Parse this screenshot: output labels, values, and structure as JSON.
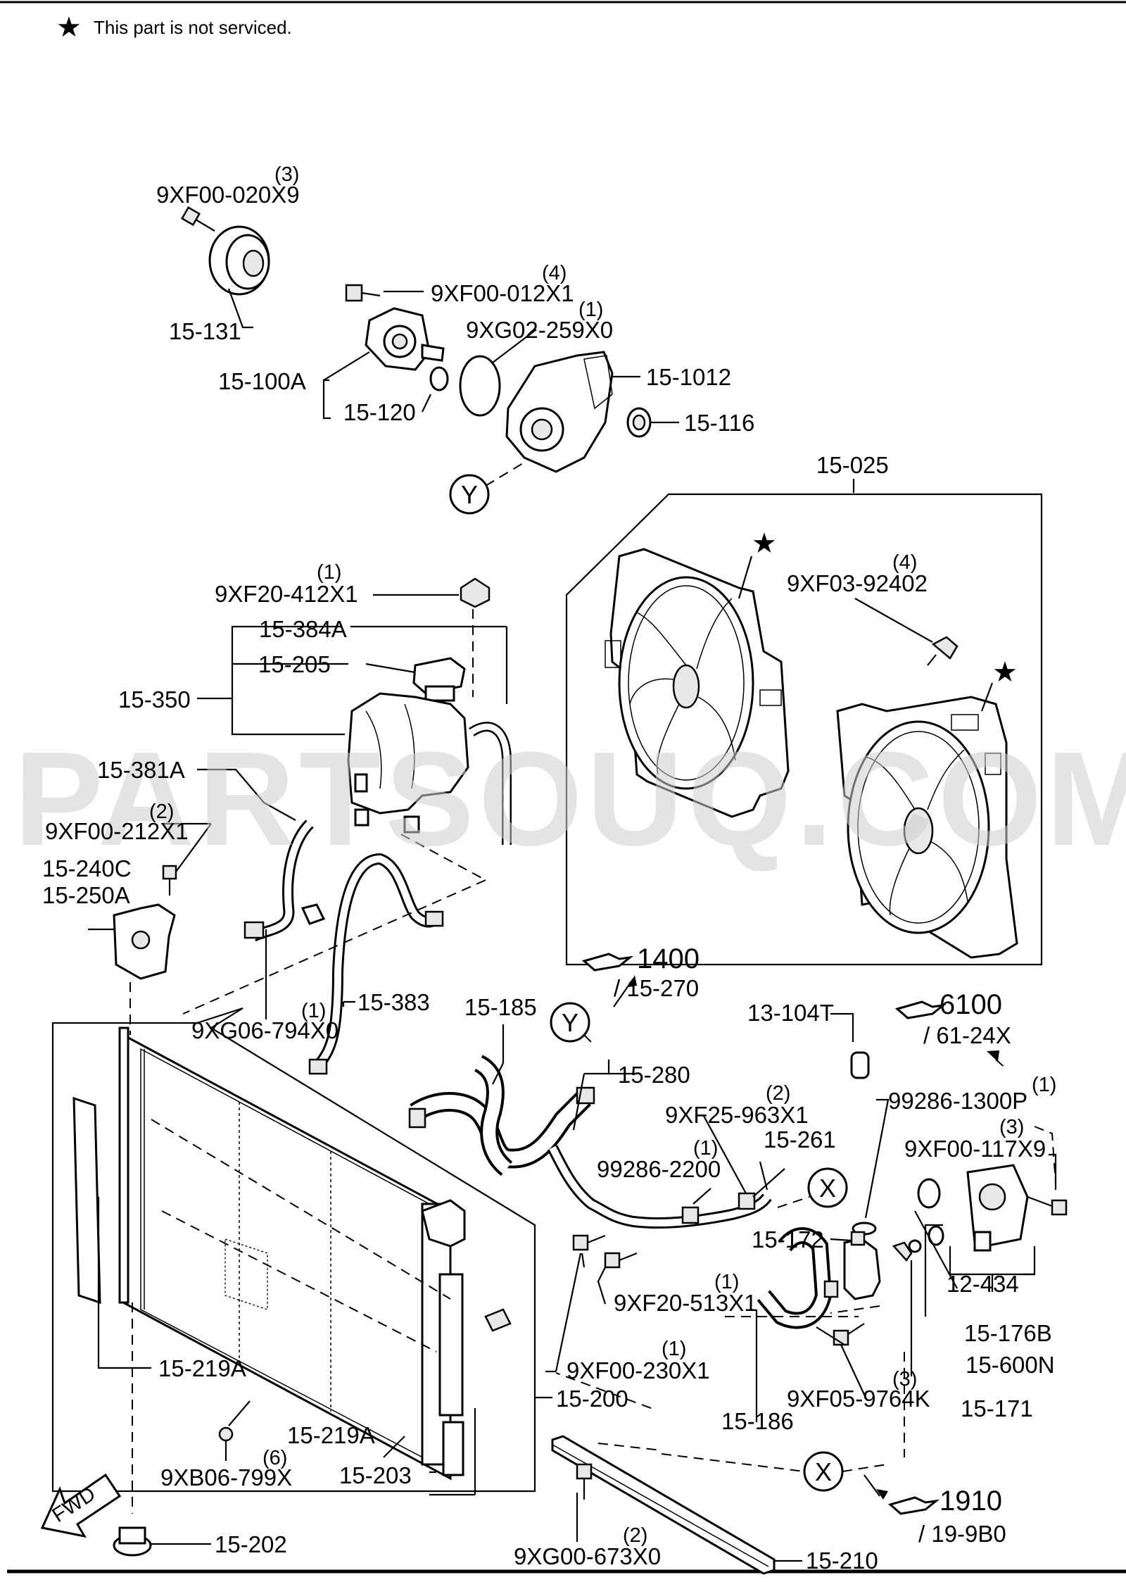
{
  "notice": {
    "star": "★",
    "text": "This part is not serviced."
  },
  "watermark": "PARTSOUQ.COM",
  "callouts": {
    "Y1": "Y",
    "Y2": "Y",
    "X1": "X",
    "X2": "X"
  },
  "references": {
    "r1400": {
      "num": "1400",
      "sub": "/ 15-270"
    },
    "r6100": {
      "num": "6100",
      "sub": "/ 61-24X"
    },
    "r1910": {
      "num": "1910",
      "sub": "/ 19-9B0"
    }
  },
  "labels": {
    "l_9xf00_020x9_qty": "(3)",
    "l_9xf00_020x9": "9XF00-020X9",
    "l_15_131": "15-131",
    "l_9xf00_012x1_qty": "(4)",
    "l_9xf00_012x1": "9XF00-012X1",
    "l_9xg02_259x0_qty": "(1)",
    "l_9xg02_259x0": "9XG02-259X0",
    "l_15_100a": "15-100A",
    "l_15_120": "15-120",
    "l_15_1012": "15-1012",
    "l_15_116": "15-116",
    "l_15_025": "15-025",
    "l_9xf03_92402_qty": "(4)",
    "l_9xf03_92402": "9XF03-92402",
    "l_9xf20_412x1_qty": "(1)",
    "l_9xf20_412x1": "9XF20-412X1",
    "l_15_384a": "15-384A",
    "l_15_205": "15-205",
    "l_15_350": "15-350",
    "l_15_381a": "15-381A",
    "l_9xf00_212x1_qty": "(2)",
    "l_9xf00_212x1": "9XF00-212X1",
    "l_15_240c": "15-240C",
    "l_15_250a": "15-250A",
    "l_9xg06_794x0_qty": "(1)",
    "l_9xg06_794x0": "9XG06-794X0",
    "l_15_383": "15-383",
    "l_15_185": "15-185",
    "l_13_104t": "13-104T",
    "l_15_280": "15-280",
    "l_9xf25_963x1_qty": "(2)",
    "l_9xf25_963x1": "9XF25-963X1",
    "l_99286_2200_qty": "(1)",
    "l_99286_2200": "99286-2200",
    "l_15_261": "15-261",
    "l_99286_1300p_qty": "(1)",
    "l_99286_1300p": "99286-1300P",
    "l_9xf00_117x9_qty": "(3)",
    "l_9xf00_117x9": "9XF00-117X9",
    "l_15_172": "15-172",
    "l_12_434": "12-434",
    "l_15_176b": "15-176B",
    "l_9xf20_513x1_qty": "(1)",
    "l_9xf20_513x1": "9XF20-513X1",
    "l_15_600n": "15-600N",
    "l_9xf00_230x1_qty": "(1)",
    "l_9xf00_230x1": "9XF00-230X1",
    "l_15_219a_1": "15-219A",
    "l_15_200": "15-200",
    "l_15_186": "15-186",
    "l_9xf05_9764k_qty": "(3)",
    "l_9xf05_9764k": "9XF05-9764K",
    "l_15_171": "15-171",
    "l_15_219a_2": "15-219A",
    "l_9xb06_799x_qty": "(6)",
    "l_9xb06_799x": "9XB06-799X",
    "l_15_203": "15-203",
    "l_fwd": "FWD",
    "l_15_202": "15-202",
    "l_9xg00_673x0_qty": "(2)",
    "l_9xg00_673x0": "9XG00-673X0",
    "l_15_210": "15-210"
  }
}
